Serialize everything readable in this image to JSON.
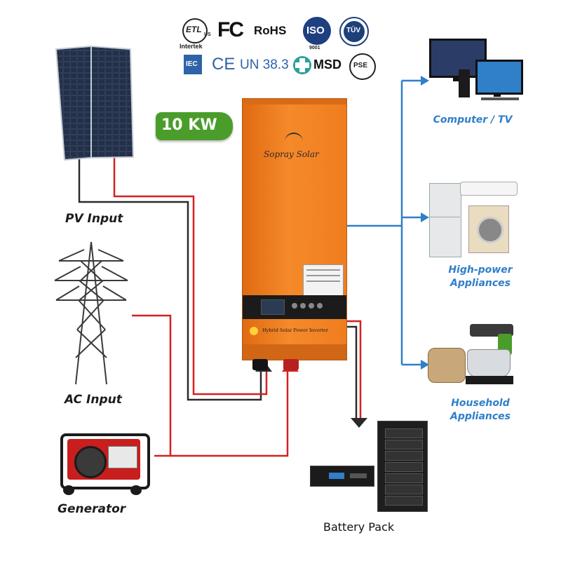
{
  "certifications": {
    "etl": "ETL",
    "etl_us": "US",
    "intertek": "Intertek",
    "fc": "FC",
    "rohs": "RoHS",
    "iso": "ISO",
    "iso_num": "9001",
    "tuv": "TÜV",
    "iec": "IEC",
    "ce": "CE",
    "un": "UN 38.3",
    "msd": "MSD",
    "pse": "PSE"
  },
  "badge": {
    "power": "10 KW"
  },
  "inverter": {
    "brand": "Sopray Solar",
    "model_label": "Hybrid Solar Power Inverter"
  },
  "inputs": {
    "pv": "PV Input",
    "ac": "AC Input",
    "generator": "Generator"
  },
  "outputs": {
    "computer_tv": "Computer / TV",
    "high_power_line1": "High-power",
    "high_power_line2": "Appliances",
    "household_line1": "Household",
    "household_line2": "Appliances"
  },
  "battery": {
    "label": "Battery Pack"
  },
  "colors": {
    "inverter_orange": "#ef7d1e",
    "wire_red": "#d62020",
    "wire_black": "#2a2a2a",
    "arrow_blue": "#2f7fc9",
    "badge_green": "#4a9d2a"
  }
}
